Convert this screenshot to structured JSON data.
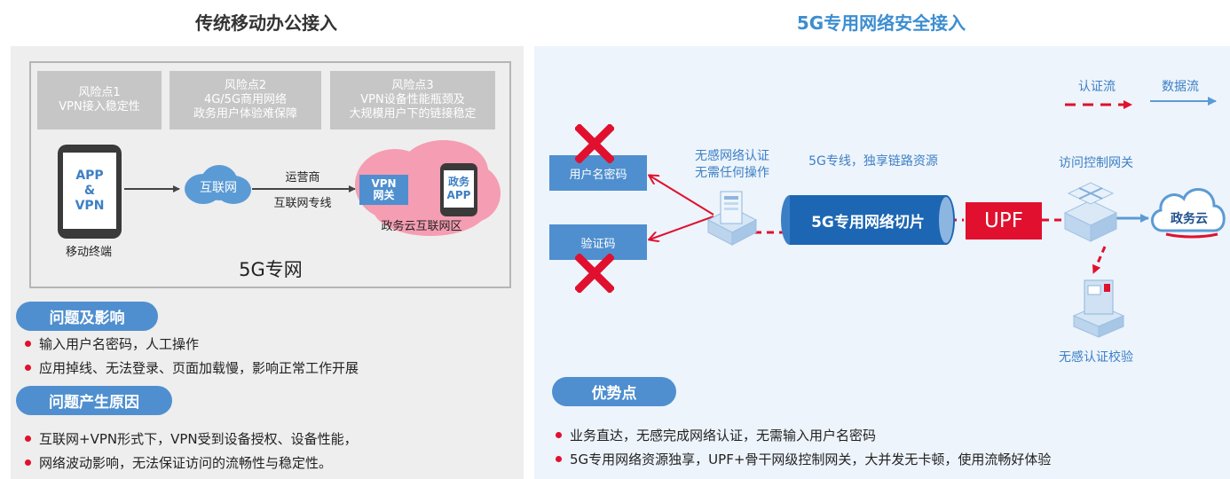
{
  "left": {
    "title": "传统移动办公接入",
    "risks": [
      {
        "line1": "风险点1",
        "line2": "VPN接入稳定性",
        "line3": ""
      },
      {
        "line1": "风险点2",
        "line2": "4G/5G商用网络",
        "line3": "政务用户体验难保障"
      },
      {
        "line1": "风险点3",
        "line2": "VPN设备性能瓶颈及",
        "line3": "大规模用户下的链接稳定"
      }
    ],
    "phone": {
      "line1": "APP",
      "line2": "&",
      "line3": "VPN",
      "label": "移动终端"
    },
    "internet_cloud": "互联网",
    "carrier_line1": "运营商",
    "carrier_line2": "互联网专线",
    "vpn_gateway_line1": "VPN",
    "vpn_gateway_line2": "网关",
    "gov_app_line1": "政务",
    "gov_app_line2": "APP",
    "gov_cloud_zone": "政务云互联网区",
    "private_net": "5G专网",
    "problems_title": "问题及影响",
    "problems": [
      "输入用户名密码，人工操作",
      "应用掉线、无法登录、页面加载慢，影响正常工作开展"
    ],
    "causes_title": "问题产生原因",
    "causes": [
      "互联网+VPN形式下，VPN受到设备授权、设备性能，",
      "网络波动影响，无法保证访问的流畅性与稳定性。"
    ]
  },
  "right": {
    "title": "5G专用网络安全接入",
    "legend": {
      "auth_flow": "认证流",
      "data_flow": "数据流"
    },
    "username_pwd": "用户名密码",
    "verify_code": "验证码",
    "seamless_line1": "无感网络认证",
    "seamless_line2": "无需任何操作",
    "dedicated_line": "5G专线，独享链路资源",
    "slice": "5G专用网络切片",
    "upf": "UPF",
    "gateway_label": "访问控制网关",
    "gov_cloud": "政务云",
    "check_label": "无感认证校验",
    "advantages_title": "优势点",
    "advantages": [
      "业务直达，无感完成网络认证，无需输入用户名密码",
      "5G专用网络资源独享，UPF+骨干网级控制网关，大并发无卡顿，使用流畅好体验"
    ]
  },
  "colors": {
    "accent": "#4f8fcf",
    "title_blue": "#3d8ed1",
    "bullet_red": "#e0102e",
    "upf_red": "#e0102e",
    "slice_blue": "#1d66b3"
  }
}
